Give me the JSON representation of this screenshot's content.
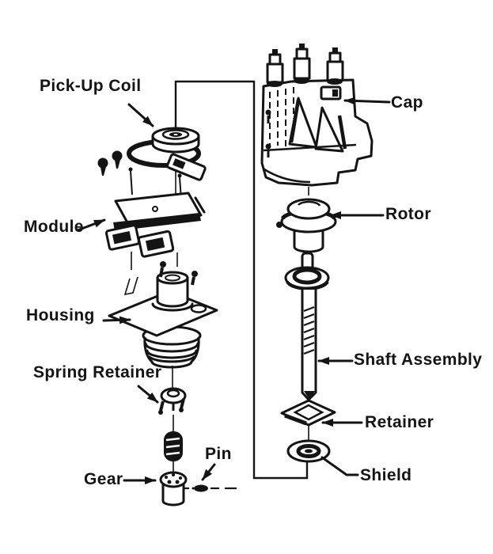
{
  "diagram": {
    "colors": {
      "ink": "#141414",
      "background": "#ffffff"
    },
    "parts": [
      {
        "id": "pick-up-coil",
        "label": "Pick-Up Coil"
      },
      {
        "id": "module",
        "label": "Module"
      },
      {
        "id": "housing",
        "label": "Housing"
      },
      {
        "id": "spring-retainer",
        "label": "Spring Retainer"
      },
      {
        "id": "gear",
        "label": "Gear"
      },
      {
        "id": "pin",
        "label": "Pin"
      },
      {
        "id": "cap",
        "label": "Cap"
      },
      {
        "id": "rotor",
        "label": "Rotor"
      },
      {
        "id": "shaft-assembly",
        "label": "Shaft Assembly"
      },
      {
        "id": "retainer",
        "label": "Retainer"
      },
      {
        "id": "shield",
        "label": "Shield"
      }
    ]
  }
}
